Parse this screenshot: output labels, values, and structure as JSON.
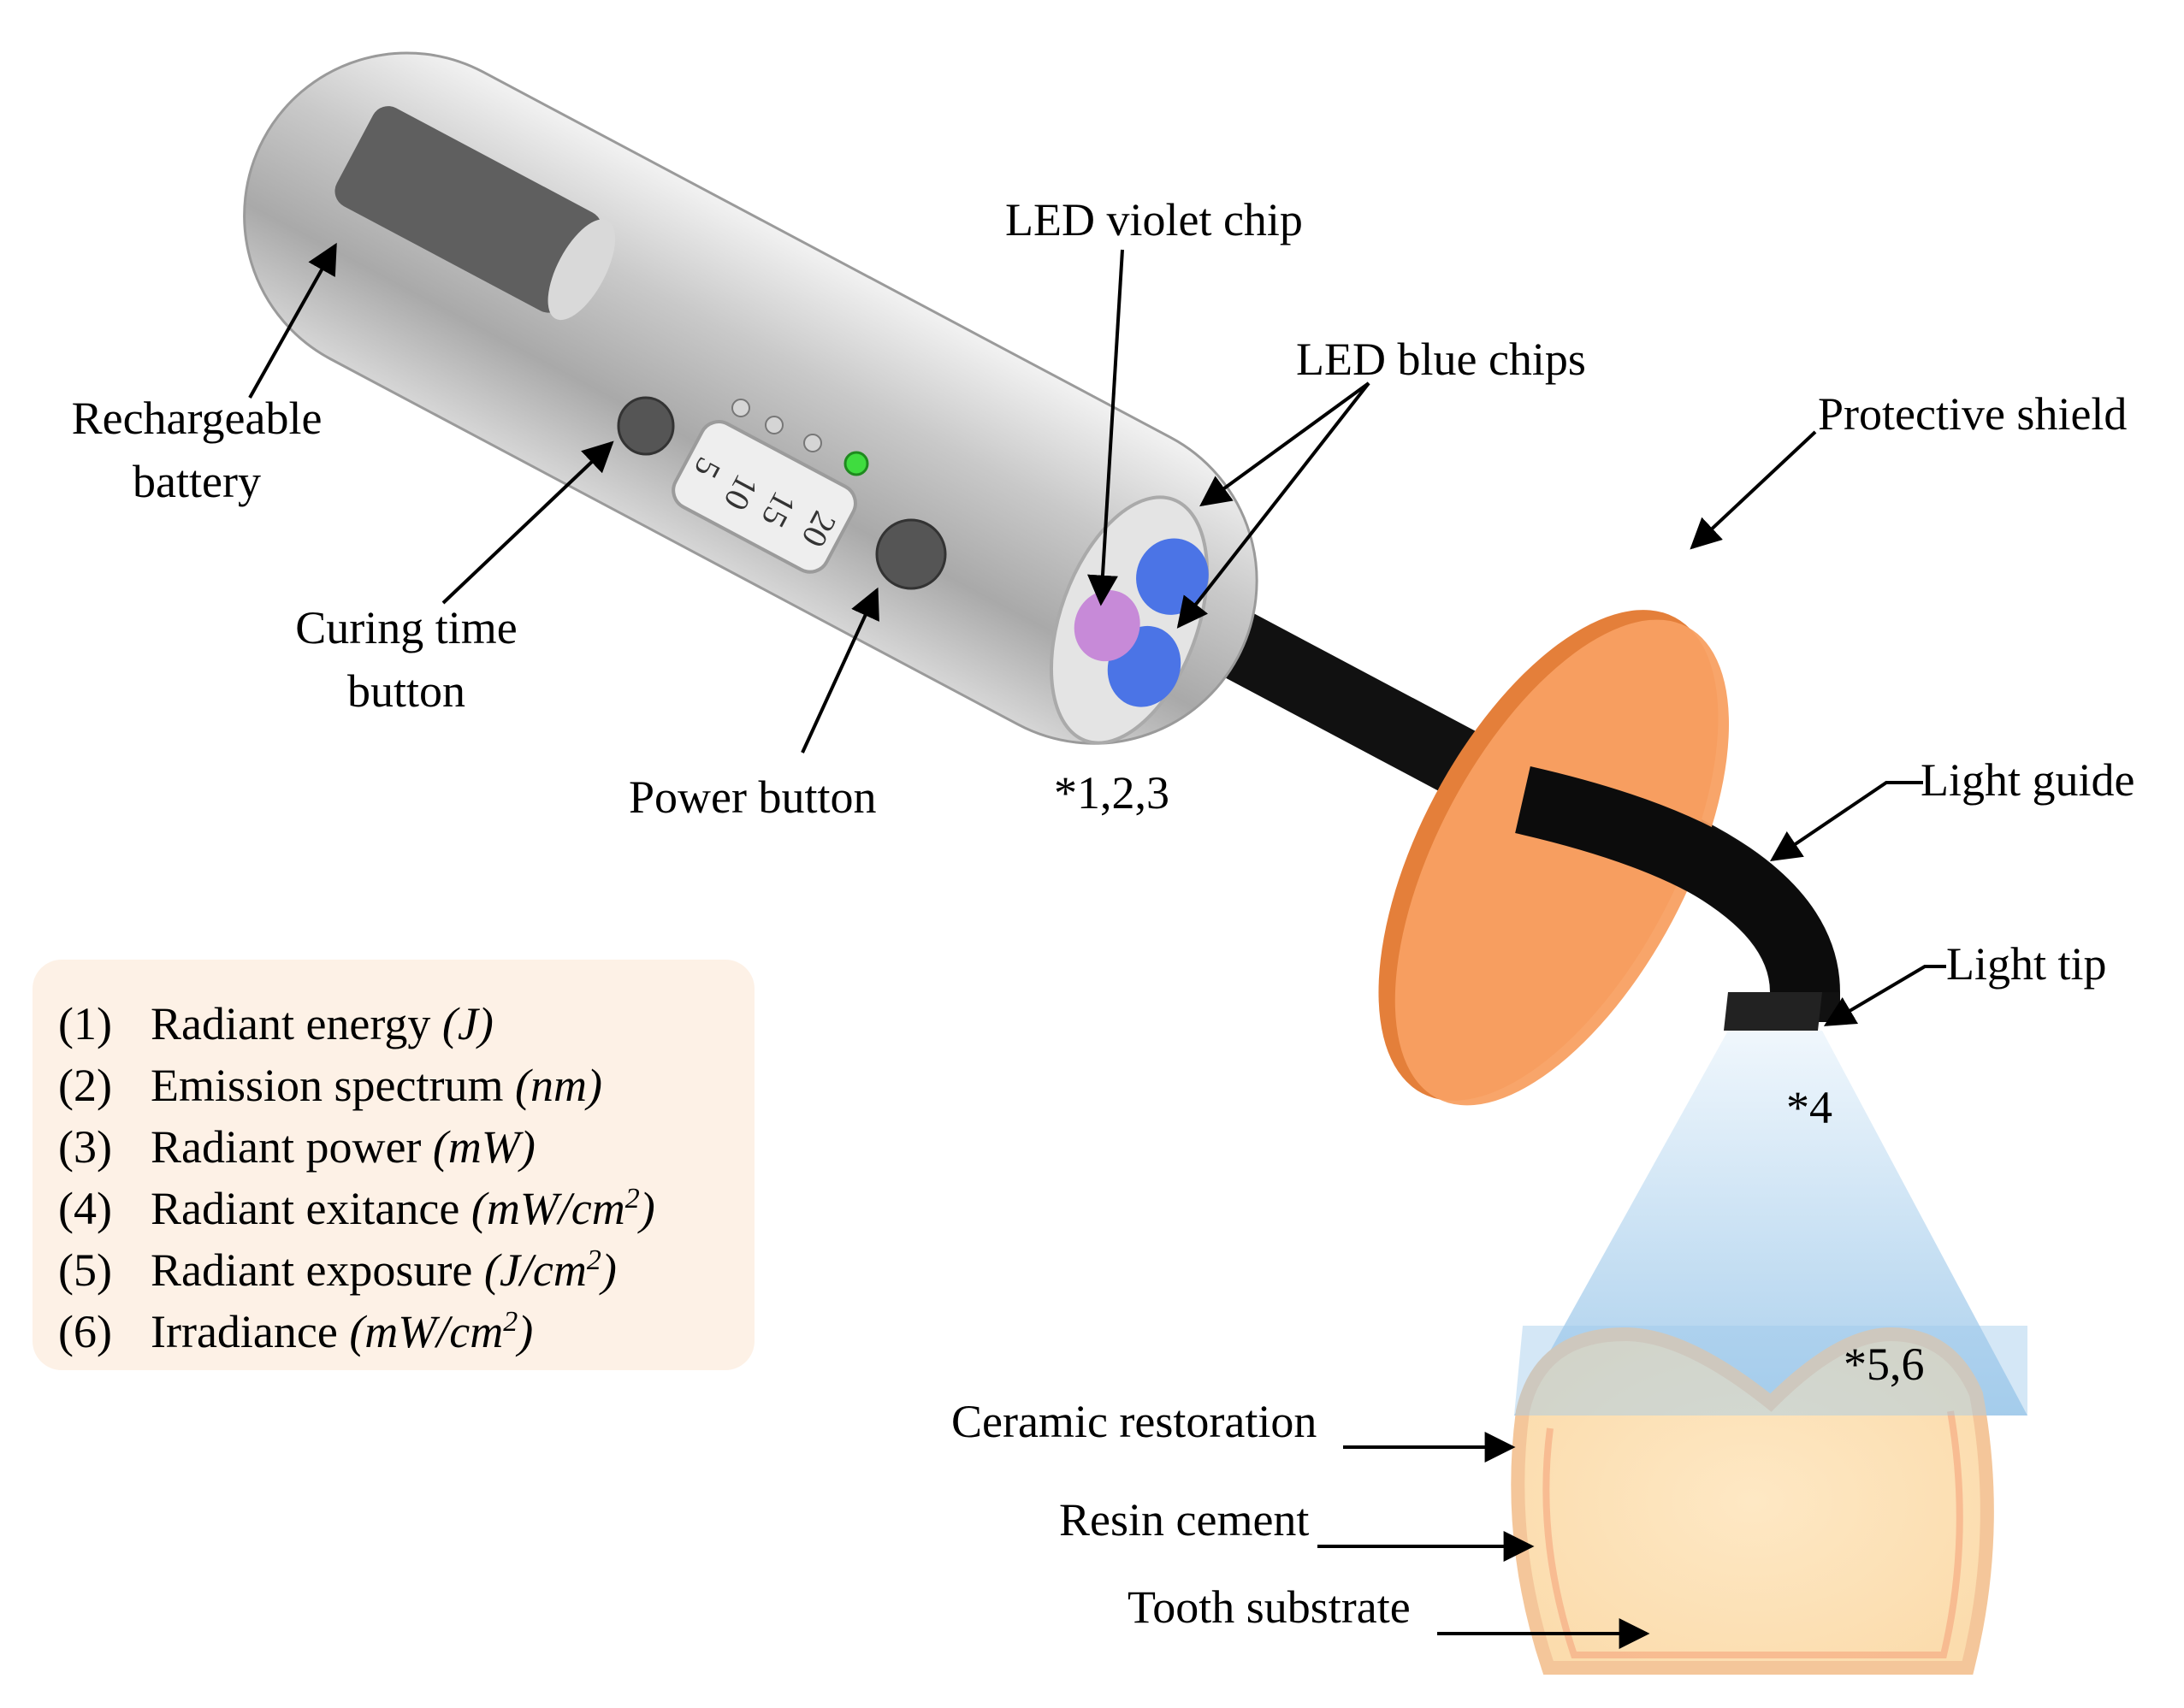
{
  "labels": {
    "battery_l1": "Rechargeable",
    "battery_l2": "battery",
    "curing_l1": "Curing time",
    "curing_l2": "button",
    "power": "Power button",
    "violet": "LED violet chip",
    "blue": "LED blue chips",
    "shield": "Protective shield",
    "guide": "Light guide",
    "tip": "Light tip",
    "ref123": "*1,2,3",
    "ref4": "*4",
    "ref56": "*5,6",
    "ceramic": "Ceramic restoration",
    "resin": "Resin cement",
    "tooth": "Tooth substrate"
  },
  "dial": {
    "values": [
      "20",
      "15",
      "10",
      "5"
    ]
  },
  "legend": [
    {
      "num": "(1)",
      "name": "Radiant energy ",
      "unit": "(J)",
      "sup": "",
      "unit_end": ""
    },
    {
      "num": "(2)",
      "name": "Emission spectrum ",
      "unit": "(nm)",
      "sup": "",
      "unit_end": ""
    },
    {
      "num": "(3)",
      "name": "Radiant power ",
      "unit": "(mW)",
      "sup": "",
      "unit_end": ""
    },
    {
      "num": "(4)",
      "name": "Radiant exitance ",
      "unit": "(mW/cm",
      "sup": "2",
      "unit_end": ")"
    },
    {
      "num": "(5)",
      "name": "Radiant exposure ",
      "unit": "(J/cm",
      "sup": "2",
      "unit_end": ")"
    },
    {
      "num": "(6)",
      "name": "Irradiance ",
      "unit": "(mW/cm",
      "sup": "2",
      "unit_end": ")"
    }
  ],
  "colors": {
    "shield": "#f79a55",
    "blue_led": "#4b74e6",
    "violet_led": "#c78ad8",
    "indicator": "#3fdc3f",
    "legend_bg": "#fdf1e6",
    "light_beam": "#aacdea",
    "tooth": "#fde7c2"
  }
}
